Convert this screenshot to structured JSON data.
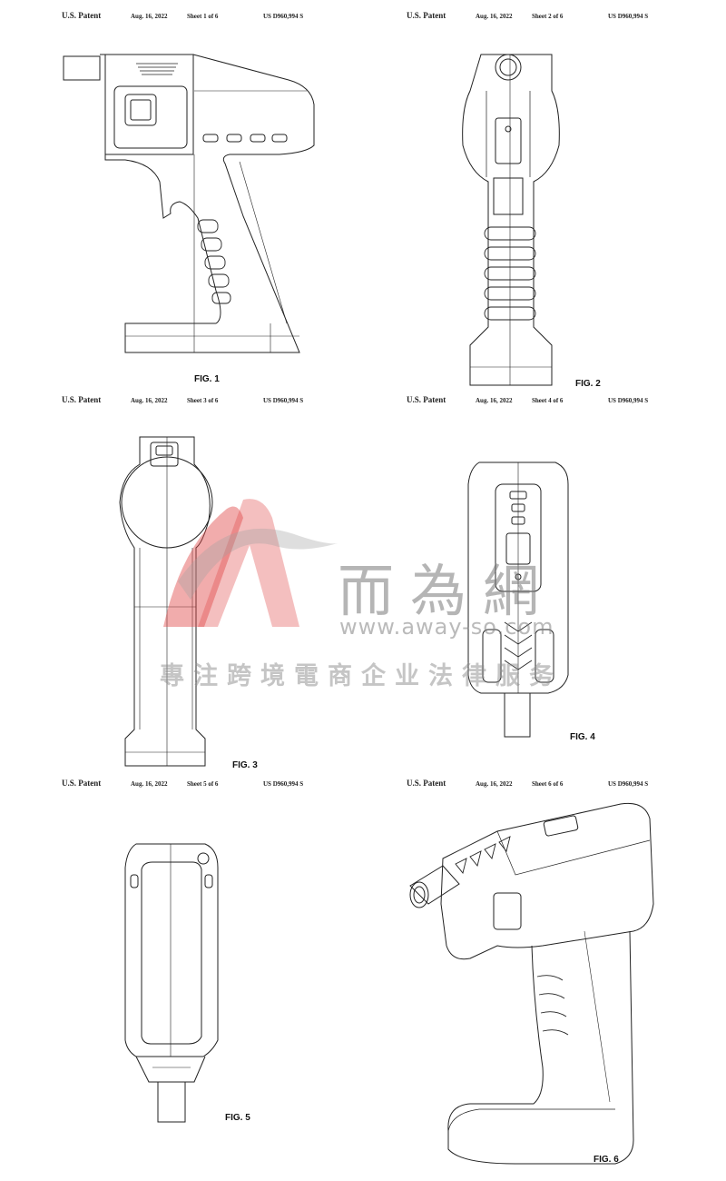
{
  "header": {
    "patent_label": "U.S. Patent",
    "date": "Aug. 16, 2022",
    "patent_number": "US D960,994 S"
  },
  "sheets": [
    {
      "sheet_text": "Sheet 1 of 6",
      "figure_label": "FIG. 1"
    },
    {
      "sheet_text": "Sheet 2 of 6",
      "figure_label": "FIG. 2"
    },
    {
      "sheet_text": "Sheet 3 of 6",
      "figure_label": "FIG. 3"
    },
    {
      "sheet_text": "Sheet 4 of 6",
      "figure_label": "FIG. 4"
    },
    {
      "sheet_text": "Sheet 5 of 6",
      "figure_label": "FIG. 5"
    },
    {
      "sheet_text": "Sheet 6 of 6",
      "figure_label": "FIG. 6"
    }
  ],
  "watermark": {
    "logo_name": "away-logo-icon",
    "brand_cn": "而為網",
    "url": "www.away-so.com",
    "slogan": "專注跨境電商企业法律服务",
    "logo_colors": [
      "#e04848",
      "#9a9a9a"
    ]
  },
  "icons": {
    "drawings": [
      "drill-side-view",
      "drill-rear-view",
      "drill-front-view",
      "drill-top-view",
      "drill-bottom-view",
      "drill-perspective-view"
    ]
  }
}
